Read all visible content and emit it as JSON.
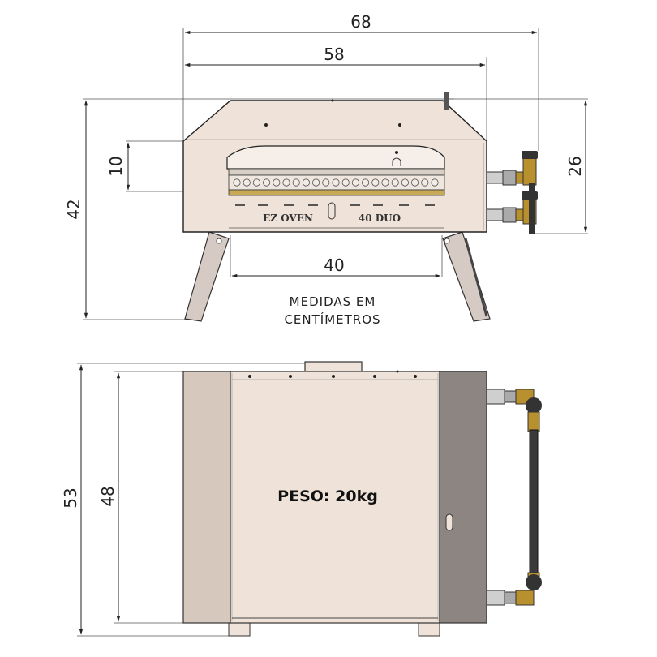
{
  "front_view": {
    "dimensions": {
      "overall_width": "68",
      "body_width": "58",
      "overall_height": "42",
      "opening_height": "10",
      "valve_height": "26",
      "cavity_width": "40"
    },
    "brand_left": "EZ OVEN",
    "brand_right": "40 DUO",
    "note_line1": "MEDIDAS EM",
    "note_line2": "CENTÍMETROS"
  },
  "top_view": {
    "dimensions": {
      "overall_depth": "53",
      "body_depth": "48"
    },
    "weight_label": "PESO: 20kg"
  },
  "colors": {
    "body": "#efe2d8",
    "side_panel": "#d7c8bd",
    "dark_panel": "#8c8582",
    "leg": "#d6cbc4",
    "brass": "#b8902e",
    "line": "#222222"
  }
}
